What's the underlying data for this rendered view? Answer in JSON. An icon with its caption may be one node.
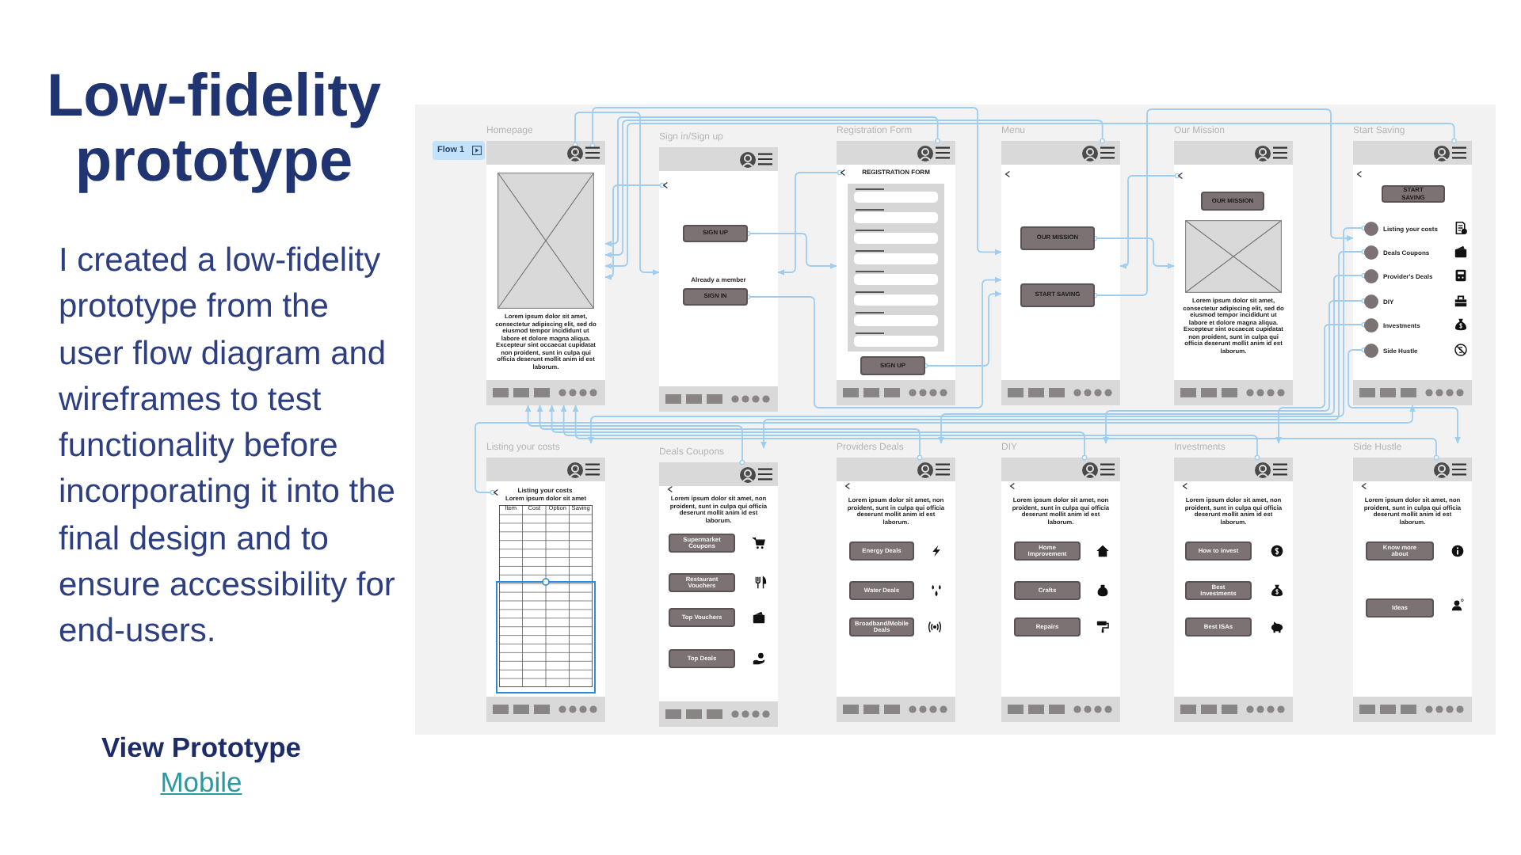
{
  "diagram": {
    "title": "Low-fidelity prototype",
    "nodes": [
      {
        "text": [
          "Homepage",
          "Lorem ipsum dolor sit amet, consectetur adipiscing elit, sed do eiusmod tempor incididunt ut labore et dolore magna aliqua. Excepteur sint occaecat cupidatat non proident, sunt in culpa qui officia deserunt mollit anim id est laborum."
        ]
      },
      {
        "text": [],
        "shape": "bar",
        "in": 0
      },
      {
        "text": [],
        "shape": "person",
        "in": 1
      },
      {
        "text": [],
        "shape": "picture",
        "in": 1
      },
      {
        "text": [
          "Sign in/Sign up",
          "Already a member"
        ]
      },
      {
        "text": [],
        "shape": "bar",
        "in": 4
      },
      {
        "text": [],
        "shape": "chevron",
        "in": 4
      },
      {
        "text": [
          "SIGN UP"
        ],
        "in": 4
      },
      {
        "text": [
          "SIGN IN"
        ],
        "in": 4
      },
      {
        "text": [
          "Registration Form",
          "REGISTRATION FORM"
        ]
      },
      {
        "text": [],
        "shape": "bar",
        "in": 9
      },
      {
        "text": [],
        "shape": "chevron",
        "in": 9
      },
      {
        "text": [
          "SIGN UP"
        ],
        "in": 9
      },
      {
        "text": [
          "Menu"
        ]
      },
      {
        "text": [],
        "shape": "bar",
        "in": 13
      },
      {
        "text": [
          "OUR MISSION"
        ],
        "in": 13
      },
      {
        "text": [
          "START SAVING"
        ],
        "in": 13
      },
      {
        "text": [
          "Our Mission",
          "Lorem ipsum dolor sit amet, consectetur adipiscing elit, sed do eiusmod tempor incididunt ut labore et dolore magna aliqua. Excepteur sint occaecat cupidatat non proident, sunt in culpa qui officia deserunt mollit anim id est laborum."
        ]
      },
      {
        "text": [],
        "shape": "bar",
        "in": 17
      },
      {
        "text": [],
        "shape": "chevron",
        "in": 17
      },
      {
        "text": [
          "OUR MISSION"
        ],
        "in": 17
      },
      {
        "text": [
          "Start Saving"
        ]
      },
      {
        "text": [],
        "shape": "bar",
        "in": 21
      },
      {
        "text": [
          "START SAVING"
        ],
        "in": 21
      },
      {
        "text": [
          "Listing your costs"
        ],
        "in": 21
      },
      {
        "text": [
          "Deals Coupons"
        ],
        "in": 21
      },
      {
        "text": [
          "Provider's Deals"
        ],
        "in": 21
      },
      {
        "text": [
          "DIY"
        ],
        "in": 21
      },
      {
        "text": [
          "Investments"
        ],
        "in": 21
      },
      {
        "text": [
          "Side Hustle"
        ],
        "in": 21
      },
      {
        "text": [
          "Listing your costs",
          "Listing your costs",
          "Lorem ipsum dolor sit amet",
          "Item",
          "Cost",
          "Option",
          "Saving"
        ]
      },
      {
        "text": [],
        "shape": "bar",
        "in": 30
      },
      {
        "text": [],
        "shape": "chevron",
        "in": 30
      },
      {
        "text": [
          "Deals Coupons",
          "Lorem ipsum dolor sit amet, non proident, sunt in culpa qui officia deserunt mollit anim id est laborum."
        ]
      },
      {
        "text": [],
        "shape": "bar",
        "in": 33
      },
      {
        "text": [
          "Supermarket Coupons"
        ],
        "in": 33
      },
      {
        "text": [
          "Restaurant Vouchers"
        ],
        "in": 33
      },
      {
        "text": [
          "Top Vouchers"
        ],
        "in": 33
      },
      {
        "text": [
          "Top Deals"
        ],
        "in": 33
      },
      {
        "text": [
          "Providers Deals",
          "Lorem ipsum dolor sit amet, non proident, sunt in culpa qui officia deserunt mollit anim id est laborum."
        ]
      },
      {
        "text": [],
        "shape": "bar",
        "in": 39
      },
      {
        "text": [
          "Energy Deals"
        ],
        "in": 39
      },
      {
        "text": [
          "Water Deals"
        ],
        "in": 39
      },
      {
        "text": [
          "Broadband/Mobile Deals"
        ],
        "in": 39
      },
      {
        "text": [
          "DIY",
          "Lorem ipsum dolor sit amet, non proident, sunt in culpa qui officia deserunt mollit anim id est laborum."
        ]
      },
      {
        "text": [],
        "shape": "bar",
        "in": 44
      },
      {
        "text": [
          "Home Improvement"
        ],
        "in": 44
      },
      {
        "text": [
          "Crafts"
        ],
        "in": 44
      },
      {
        "text": [
          "Repairs"
        ],
        "in": 44
      },
      {
        "text": [
          "Investments",
          "Lorem ipsum dolor sit amet, non proident, sunt in culpa qui officia deserunt mollit anim id est laborum."
        ]
      },
      {
        "text": [],
        "shape": "bar",
        "in": 49
      },
      {
        "text": [
          "How to invest"
        ],
        "in": 49
      },
      {
        "text": [
          "Best Investments"
        ],
        "in": 49
      },
      {
        "text": [
          "Best ISAs"
        ],
        "in": 49
      },
      {
        "text": [
          "Side Hustle",
          "Lorem ipsum dolor sit amet, non proident, sunt in culpa qui officia deserunt mollit anim id est laborum."
        ]
      },
      {
        "text": [],
        "shape": "bar",
        "in": 54
      },
      {
        "text": [
          "Know more about"
        ],
        "in": 54
      },
      {
        "text": [
          "Ideas"
        ],
        "in": 54
      }
    ],
    "edges": [
      {
        "from": 2,
        "to": 4,
        "arrow": "to"
      },
      {
        "from": 3,
        "to": 13,
        "arrow": "to"
      },
      {
        "from": 6,
        "to": 0,
        "arrow": "to"
      },
      {
        "from": 7,
        "to": 9,
        "arrow": "to"
      },
      {
        "from": 8,
        "to": 13,
        "arrow": "to"
      },
      {
        "from": 10,
        "to": 0,
        "arrow": "to"
      },
      {
        "from": 11,
        "to": 4,
        "arrow": "to"
      },
      {
        "from": 12,
        "to": 13,
        "arrow": "to"
      },
      {
        "from": 14,
        "to": 0,
        "arrow": "to"
      },
      {
        "from": 15,
        "to": 17,
        "arrow": "to"
      },
      {
        "from": 16,
        "to": 21,
        "arrow": "to"
      },
      {
        "from": 19,
        "to": 13,
        "arrow": "to"
      },
      {
        "from": 22,
        "to": 0,
        "arrow": "to"
      },
      {
        "from": 24,
        "to": 30,
        "arrow": "to"
      },
      {
        "from": 25,
        "to": 33,
        "arrow": "to"
      },
      {
        "from": 26,
        "to": 39,
        "arrow": "to"
      },
      {
        "from": 27,
        "to": 44,
        "arrow": "to"
      },
      {
        "from": 28,
        "to": 49,
        "arrow": "to"
      },
      {
        "from": 29,
        "to": 54,
        "arrow": "to"
      },
      {
        "from": 32,
        "to": 21,
        "arrow": "to"
      },
      {
        "from": 34,
        "to": 0,
        "arrow": "to"
      },
      {
        "from": 40,
        "to": 0,
        "arrow": "to"
      },
      {
        "from": 45,
        "to": 0,
        "arrow": "to"
      },
      {
        "from": 50,
        "to": 0,
        "arrow": "to"
      },
      {
        "from": 55,
        "to": 0,
        "arrow": "to"
      }
    ],
    "labels": [
      "I created a low-fidelity prototype from the user flow diagram and wireframes to test functionality before incorporating it into the final design and to ensure accessibility for end-users.",
      "View Prototype",
      "Mobile",
      "Flow 1"
    ]
  }
}
